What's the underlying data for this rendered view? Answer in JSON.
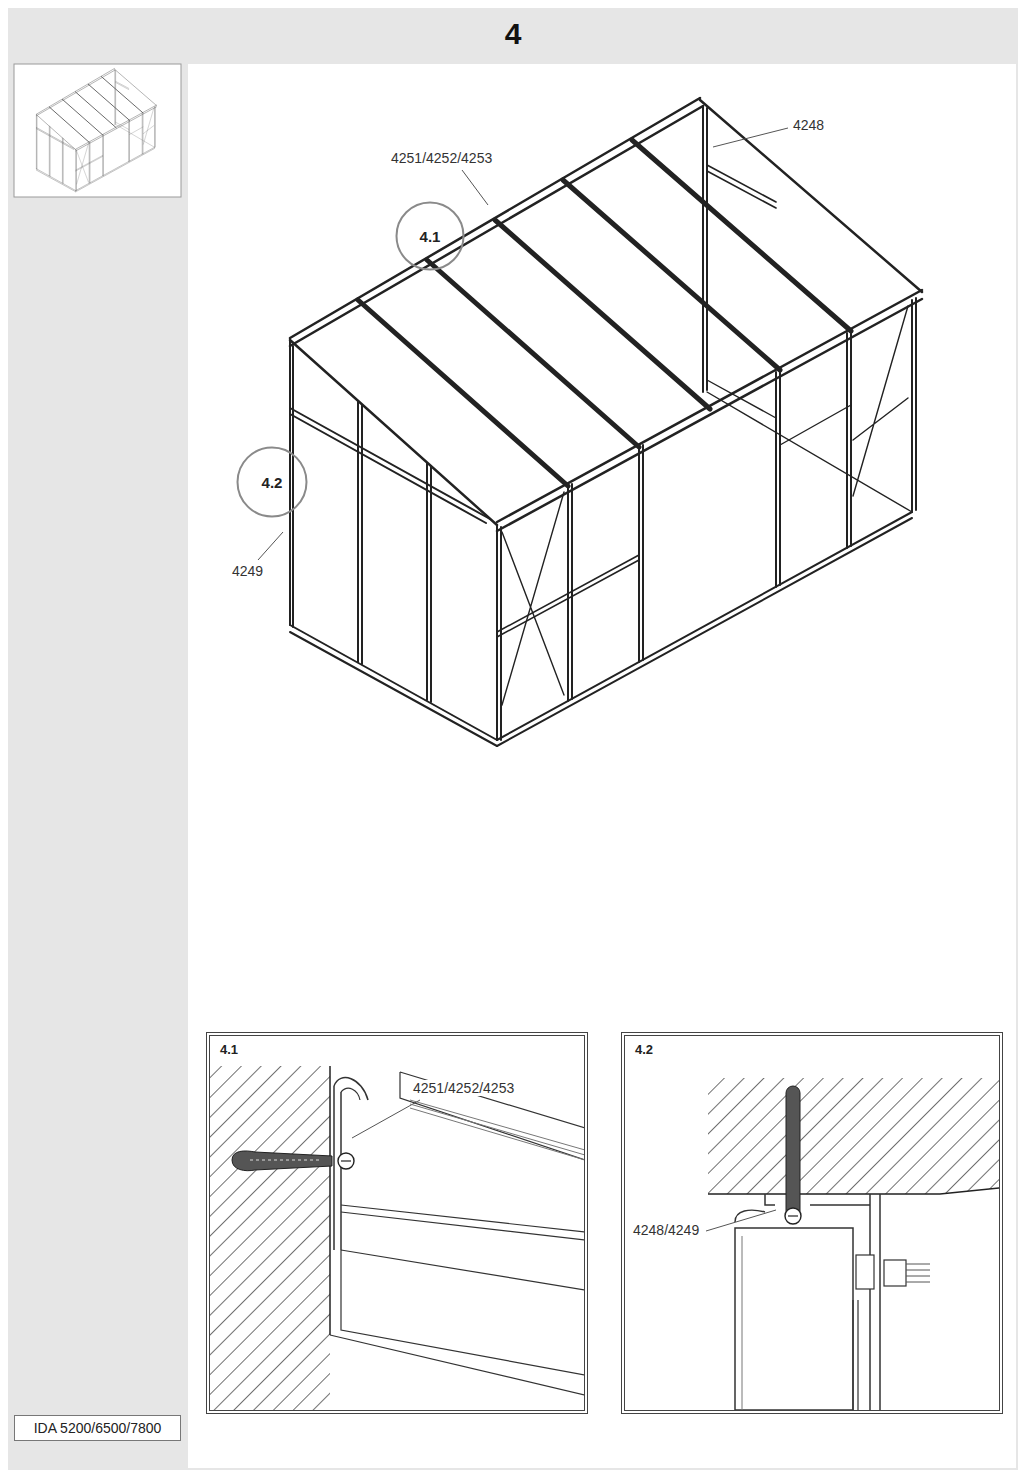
{
  "diagram": {
    "title": "4",
    "nodes": [
      {
        "text": [
          "4.1"
        ]
      },
      {
        "text": [
          "4.2"
        ]
      },
      {
        "text": [
          "4.1"
        ]
      },
      {
        "text": [
          "4.2"
        ]
      },
      {
        "text": [
          "IDA 5200/6500/7800"
        ]
      }
    ],
    "labels": [
      "4251/4252/4253",
      "4248",
      "4249",
      "4251/4252/4253",
      "4248/4249"
    ]
  }
}
